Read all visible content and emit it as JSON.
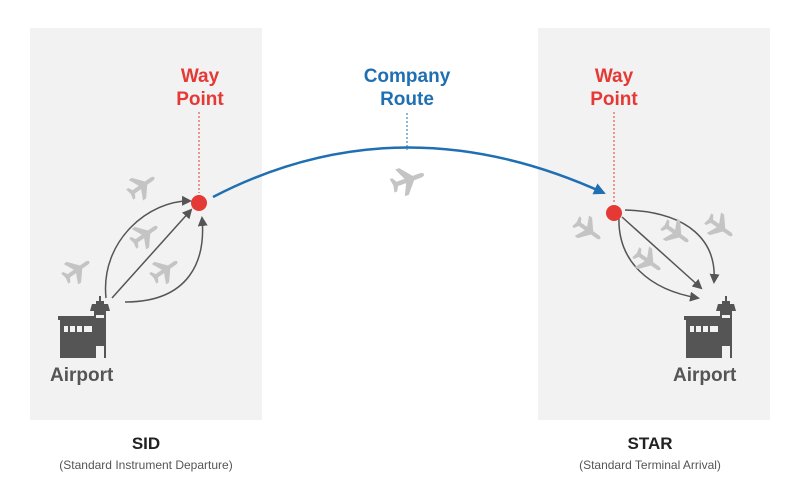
{
  "sid": {
    "waypoint_line1": "Way",
    "waypoint_line2": "Point",
    "airport": "Airport",
    "title": "SID",
    "subtitle": "(Standard Instrument Departure)"
  },
  "route": {
    "line1": "Company",
    "line2": "Route"
  },
  "star": {
    "waypoint_line1": "Way",
    "waypoint_line2": "Point",
    "airport": "Airport",
    "title": "STAR",
    "subtitle": "(Standard Terminal Arrival)"
  },
  "colors": {
    "waypoint": "#e53935",
    "route": "#1f6fb2",
    "arrows": "#555555",
    "planes": "#c4c4c4",
    "panel": "#f2f2f2"
  }
}
